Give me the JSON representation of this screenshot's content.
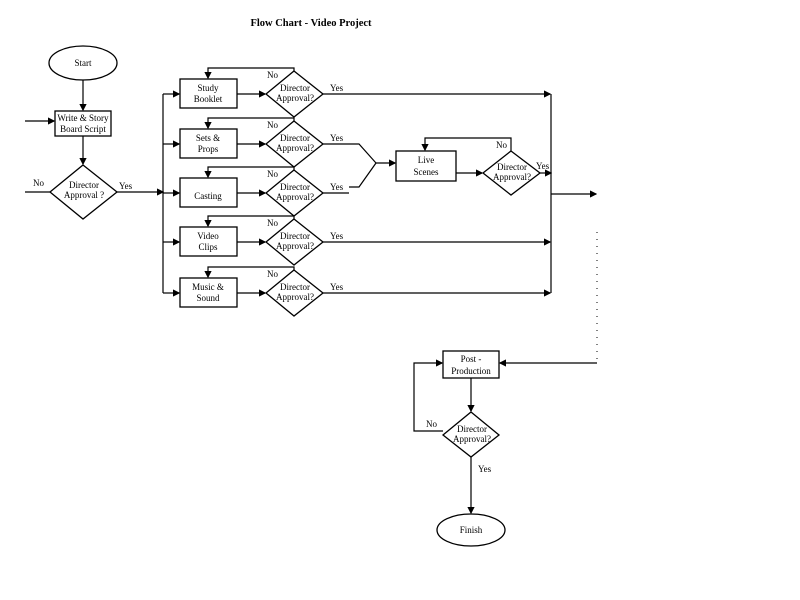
{
  "title": "Flow Chart - Video Project",
  "nodes": {
    "start": "Start",
    "script": [
      "Write & Story",
      "Board Script"
    ],
    "approval_main": [
      "Director",
      "Approval ?"
    ],
    "study_booklet": [
      "Study",
      "Booklet"
    ],
    "sets_props": [
      "Sets &",
      "Props"
    ],
    "casting": [
      "Casting"
    ],
    "video_clips": [
      "Video",
      "Clips"
    ],
    "music_sound": [
      "Music &",
      "Sound"
    ],
    "approval": [
      "Director",
      "Approval?"
    ],
    "live_scenes": [
      "Live",
      "Scenes"
    ],
    "post_production": [
      "Post -",
      "Production"
    ],
    "finish": "Finish"
  },
  "edge_labels": {
    "yes": "Yes",
    "no": "No"
  }
}
